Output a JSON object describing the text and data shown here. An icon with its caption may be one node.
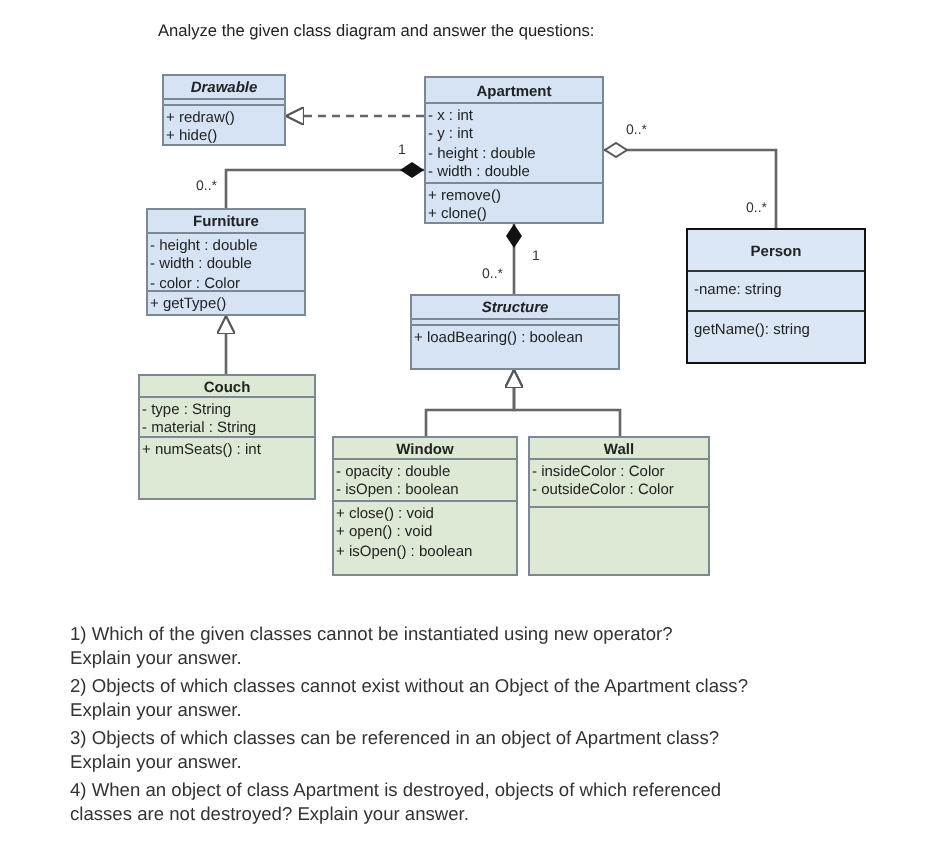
{
  "diagram": {
    "title": "Analyze the given class diagram and answer the questions:",
    "nodes": [
      {
        "text": [
          "Drawable"
        ]
      },
      {
        "text": [],
        "shape": "box",
        "in": 0
      },
      {
        "text": [
          "+ redraw()",
          "+ hide()"
        ],
        "in": 0
      },
      {
        "text": [
          "Apartment"
        ]
      },
      {
        "text": [
          "- x : int",
          "- y : int",
          "- height : double",
          "- width : double"
        ],
        "in": 3
      },
      {
        "text": [
          "+ remove()",
          "+ clone()"
        ],
        "in": 3
      },
      {
        "text": [
          "Furniture"
        ]
      },
      {
        "text": [
          "- height : double",
          "- width : double",
          "- color : Color"
        ],
        "in": 6
      },
      {
        "text": [
          "+ getType()"
        ],
        "in": 6
      },
      {
        "text": [
          "Person"
        ]
      },
      {
        "text": [
          "-name: string"
        ],
        "in": 9
      },
      {
        "text": [
          "getName(): string"
        ],
        "in": 9
      },
      {
        "text": [
          "Structure"
        ]
      },
      {
        "text": [],
        "shape": "box",
        "in": 12
      },
      {
        "text": [
          "+ loadBearing() : boolean"
        ],
        "in": 12
      },
      {
        "text": [
          "Couch"
        ]
      },
      {
        "text": [
          "- type : String",
          "- material : String"
        ],
        "in": 15
      },
      {
        "text": [
          "+ numSeats() : int"
        ],
        "in": 15
      },
      {
        "text": [
          "Window"
        ]
      },
      {
        "text": [
          "- opacity : double",
          "- isOpen : boolean"
        ],
        "in": 18
      },
      {
        "text": [
          "+ close() : void",
          "+ open() : void",
          "+ isOpen() : boolean"
        ],
        "in": 18
      },
      {
        "text": [
          "Wall"
        ]
      },
      {
        "text": [
          "- insideColor : Color",
          "- outsideColor : Color"
        ],
        "in": 21
      },
      {
        "text": [],
        "shape": "box",
        "in": 21
      }
    ],
    "edges": [
      {
        "from": 3,
        "to": 0,
        "arrow": "to",
        "style": "dashed"
      },
      {
        "from": 6,
        "to": 3,
        "arrow": "other"
      },
      {
        "from": 9,
        "to": 3,
        "arrow": "other"
      },
      {
        "from": 12,
        "to": 3,
        "arrow": "other"
      },
      {
        "from": 15,
        "to": 6,
        "arrow": "to"
      },
      {
        "from": 18,
        "to": 12,
        "arrow": "to"
      },
      {
        "from": 21,
        "to": 12,
        "arrow": "to"
      }
    ],
    "labels": [
      "0..*",
      "1",
      "0..*",
      "0..*",
      "1",
      "0..*",
      "1) Which of the given classes cannot be instantiated using new operator?",
      "Explain your answer.",
      "2) Objects of which classes cannot exist without an Object of the Apartment class?",
      "Explain your answer.",
      "3) Objects of which classes can be referenced in an object of Apartment class?",
      "Explain your answer.",
      "4) When an object of class Apartment is destroyed, objects of which referenced classes are not destroyed? Explain your answer."
    ]
  }
}
